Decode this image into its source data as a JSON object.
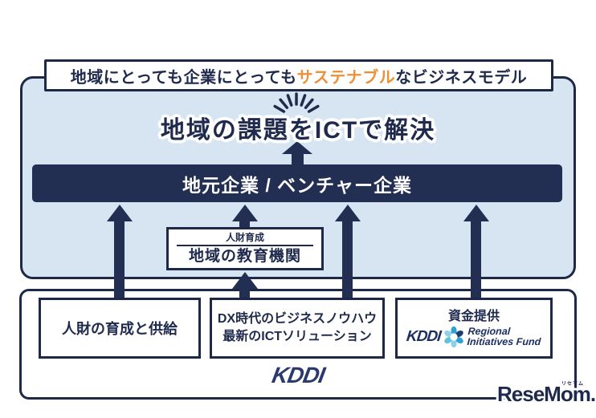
{
  "banner": {
    "prefix": "地域にとっても企業にとっても",
    "highlight": "サステナブル",
    "suffix": "なビジネスモデル"
  },
  "solution": {
    "heading": "地域の課題をICTで解決",
    "company_bar_label": "地元企業 / ベンチャー企業",
    "education_box": {
      "top_label": "人財育成",
      "main_label": "地域の教育機関"
    }
  },
  "kddi_section": {
    "box_talent": {
      "label": "人財の育成と供給"
    },
    "box_dx": {
      "line1": "DX時代のビジネスノウハウ",
      "line2": "最新のICTソリューション"
    },
    "box_fund": {
      "title": "資金提供",
      "brand": "KDDI",
      "fund_line1": "Regional",
      "fund_line2": "Initiatives Fund"
    },
    "brand_logo": "KDDI"
  },
  "watermark": {
    "text": "ReseMom.",
    "ruby": "リセマム"
  },
  "colors": {
    "navy": "#222e52",
    "border_navy": "#1e2947",
    "panel_light_blue": "#d7e5f3",
    "highlight_orange": "#ee9038",
    "fund_icon_blue_light": "#8ad2e8",
    "fund_icon_blue_mid": "#2f9fd6",
    "fund_icon_navy": "#1d3e70",
    "kddi_logo_blue": "#2a3a6e"
  }
}
